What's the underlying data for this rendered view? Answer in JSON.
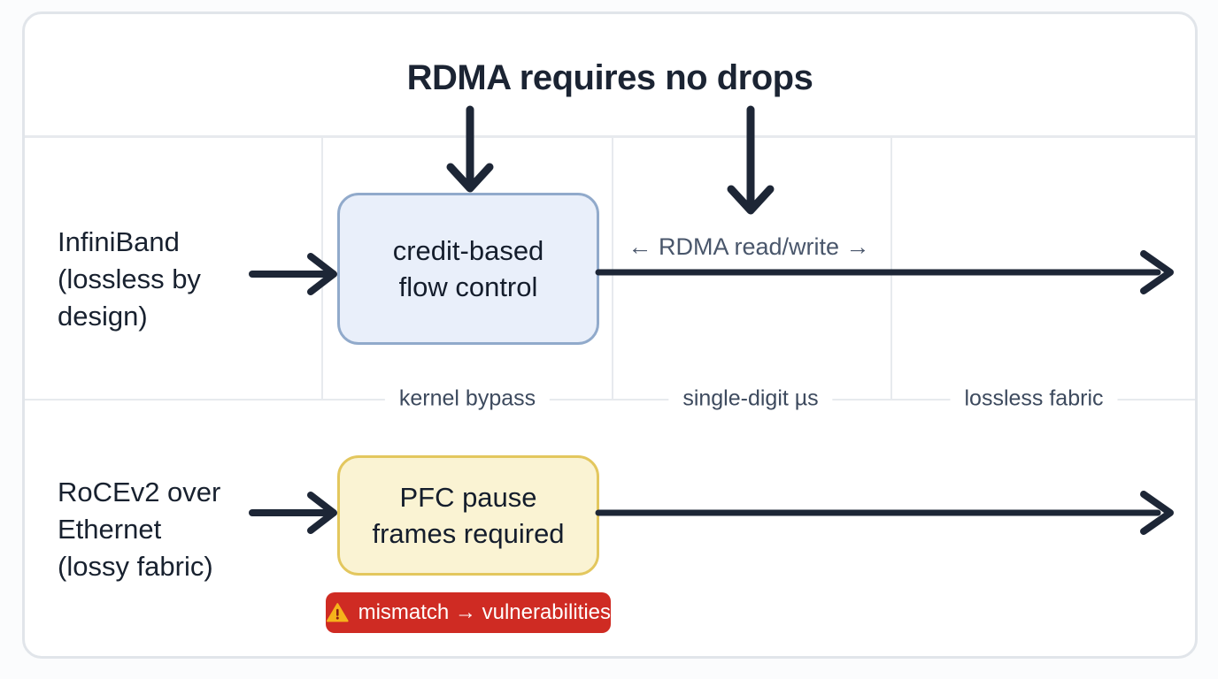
{
  "title": "RDMA requires no drops",
  "colors": {
    "arrow": "#1d2636",
    "card_border": "#e1e5ea",
    "divider": "#e7eaee",
    "credit_box_fill": "#e9effa",
    "credit_box_border": "#91aacb",
    "pfc_box_fill": "#faf3d3",
    "pfc_box_border": "#e3c75e",
    "badge_bg": "#cf2b23",
    "badge_text": "#ffffff",
    "warning_triangle": "#f6b21b",
    "caption_text": "#49566b",
    "dark_text": "#1b2433"
  },
  "rows": [
    {
      "label": "InfiniBand\n(lossless by\ndesign)",
      "box_label": "credit-based\nflow control",
      "flow_label": "← RDMA read/write →"
    },
    {
      "label": "RoCEv2 over\nEthernet\n(lossy fabric)",
      "box_label": "PFC pause\nframes required",
      "badge_label": "mismatch → vulnerabilities"
    }
  ],
  "column_labels": [
    "kernel bypass",
    "single-digit µs",
    "lossless fabric"
  ]
}
